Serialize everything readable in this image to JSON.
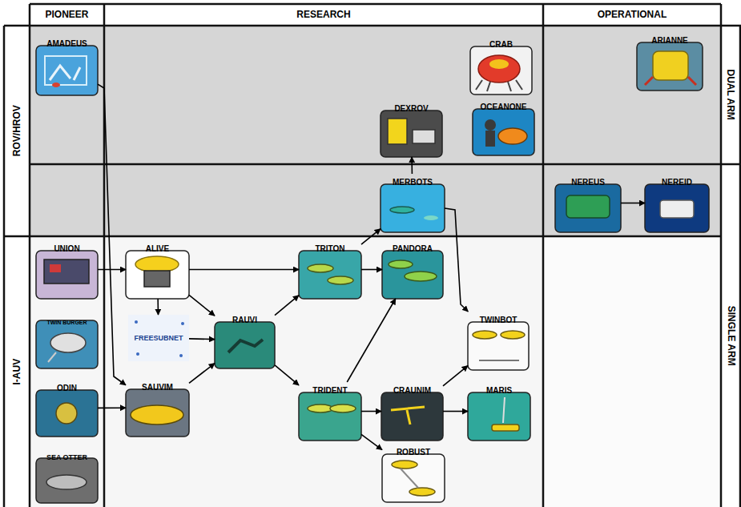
{
  "diagram": {
    "nodes": [
      {
        "text": [
          "PIONEER"
        ]
      },
      {
        "text": [
          "RESEARCH"
        ]
      },
      {
        "text": [
          "OPERATIONAL"
        ]
      },
      {
        "text": [
          "ROV/HROV"
        ]
      },
      {
        "text": [
          "DUAL ARM"
        ]
      },
      {
        "text": [
          "SINGLE ARM"
        ]
      },
      {
        "text": [
          "I-AUV"
        ]
      },
      {
        "text": [
          "AMADEUS"
        ]
      },
      {
        "text": [
          "CRAB"
        ]
      },
      {
        "text": [
          "ARIANNE"
        ]
      },
      {
        "text": [
          "DEXROV"
        ]
      },
      {
        "text": [
          "OCEANONE"
        ]
      },
      {
        "text": [
          "MERBOTS"
        ]
      },
      {
        "text": [
          "NEREUS"
        ]
      },
      {
        "text": [
          "NEREID"
        ]
      },
      {
        "text": [
          "UNION"
        ]
      },
      {
        "text": [
          "ALIVE"
        ]
      },
      {
        "text": [
          "TRITON"
        ]
      },
      {
        "text": [
          "PANDORA"
        ]
      },
      {
        "text": [
          "TWIN BURGER"
        ]
      },
      {
        "text": [
          "FREESUBNET"
        ]
      },
      {
        "text": [
          "RAUVI"
        ]
      },
      {
        "text": [
          "TWINBOT"
        ]
      },
      {
        "text": [
          "ODIN"
        ]
      },
      {
        "text": [
          "SAUVIM"
        ]
      },
      {
        "text": [
          "TRIDENT"
        ]
      },
      {
        "text": [
          "CRAUNIM"
        ]
      },
      {
        "text": [
          "MARIS"
        ]
      },
      {
        "text": [
          "SEA OTTER"
        ]
      },
      {
        "text": [
          "ROBUST"
        ]
      }
    ],
    "edges": [
      {
        "from": 7,
        "to": 24,
        "arrow": "to"
      },
      {
        "from": 15,
        "to": 16,
        "arrow": "to"
      },
      {
        "from": 16,
        "to": 20,
        "arrow": "to"
      },
      {
        "from": 16,
        "to": 17,
        "arrow": "to"
      },
      {
        "from": 16,
        "to": 21,
        "arrow": "to"
      },
      {
        "from": 20,
        "to": 21,
        "arrow": "to"
      },
      {
        "from": 23,
        "to": 24,
        "arrow": "to"
      },
      {
        "from": 24,
        "to": 21,
        "arrow": "to"
      },
      {
        "from": 21,
        "to": 17,
        "arrow": "to"
      },
      {
        "from": 21,
        "to": 25,
        "arrow": "to"
      },
      {
        "from": 17,
        "to": 18,
        "arrow": "to"
      },
      {
        "from": 17,
        "to": 12,
        "arrow": "to"
      },
      {
        "from": 12,
        "to": 10,
        "arrow": "to"
      },
      {
        "from": 12,
        "to": 22,
        "arrow": "to"
      },
      {
        "from": 25,
        "to": 18,
        "arrow": "to"
      },
      {
        "from": 25,
        "to": 26,
        "arrow": "to"
      },
      {
        "from": 25,
        "to": 29,
        "arrow": "to"
      },
      {
        "from": 26,
        "to": 27,
        "arrow": "to"
      },
      {
        "from": 26,
        "to": 22,
        "arrow": "to"
      },
      {
        "from": 13,
        "to": 14,
        "arrow": "to"
      }
    ]
  }
}
